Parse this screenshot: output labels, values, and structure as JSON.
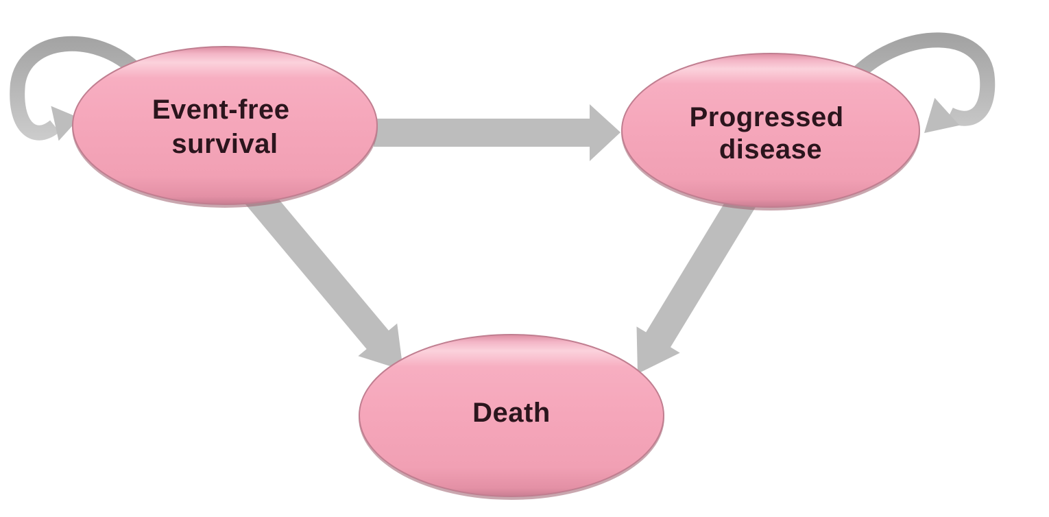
{
  "diagram": {
    "type": "state-transition-diagram",
    "nodes": [
      {
        "id": "event-free-survival",
        "label": "Event-free survival",
        "lines": [
          "Event-free",
          "survival"
        ]
      },
      {
        "id": "progressed-disease",
        "label": "Progressed disease",
        "lines": [
          "Progressed",
          "disease"
        ]
      },
      {
        "id": "death",
        "label": "Death",
        "lines": [
          "Death"
        ]
      }
    ],
    "edges": [
      {
        "from": "event-free-survival",
        "to": "event-free-survival",
        "style": "self-loop"
      },
      {
        "from": "event-free-survival",
        "to": "progressed-disease",
        "style": "straight-arrow"
      },
      {
        "from": "event-free-survival",
        "to": "death",
        "style": "straight-arrow"
      },
      {
        "from": "progressed-disease",
        "to": "progressed-disease",
        "style": "self-loop"
      },
      {
        "from": "progressed-disease",
        "to": "death",
        "style": "straight-arrow"
      }
    ],
    "colors": {
      "node_fill": "#f5a6ba",
      "node_sheen": "#fbd2dc",
      "node_border": "#c07e90",
      "node_shadow": "#9c5f6e",
      "arrow": "#bdbdbd",
      "text": "#2b151d",
      "background": "#ffffff"
    }
  }
}
